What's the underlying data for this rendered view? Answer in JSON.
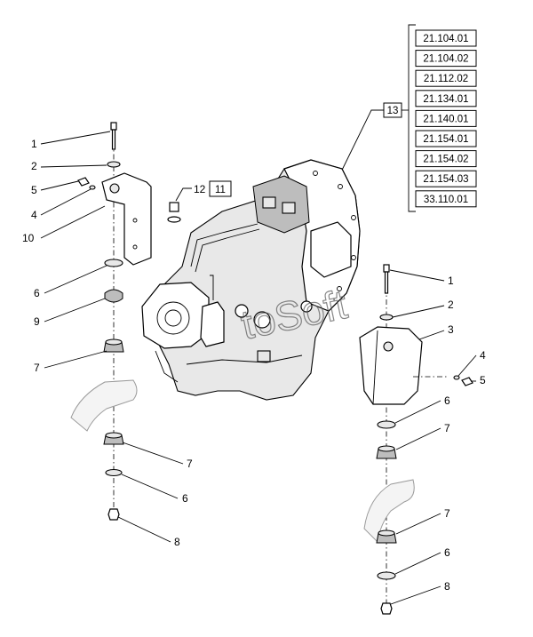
{
  "reference_list": [
    "21.104.01",
    "21.104.02",
    "21.112.02",
    "21.134.01",
    "21.140.01",
    "21.154.01",
    "21.154.02",
    "21.154.03",
    "33.110.01"
  ],
  "group_callouts": {
    "ref_13": "13",
    "ref_12": "12",
    "ref_11": "11"
  },
  "left_callouts": [
    "1",
    "2",
    "5",
    "4",
    "10",
    "6",
    "9",
    "7",
    "7",
    "6",
    "8"
  ],
  "right_callouts": [
    "1",
    "2",
    "3",
    "4",
    "5",
    "6",
    "7",
    "7",
    "6",
    "8"
  ],
  "watermark": "toSoft"
}
